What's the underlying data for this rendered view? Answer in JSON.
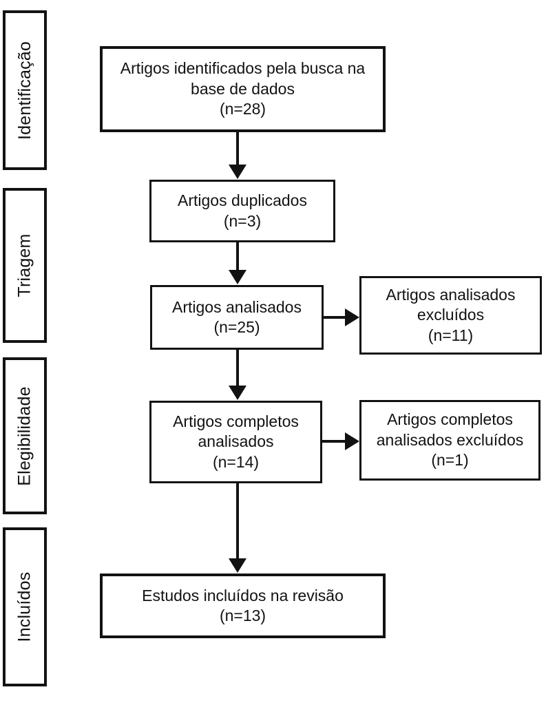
{
  "diagram": {
    "background_color": "#ffffff",
    "line_color": "#121212",
    "stages": [
      {
        "label": "Identificação"
      },
      {
        "label": "Triagem"
      },
      {
        "label": "Elegibilidade"
      },
      {
        "label": "Incluídos"
      }
    ],
    "boxes": {
      "identified": {
        "text": "Artigos identificados pela busca na base de dados",
        "count": "(n=28)"
      },
      "duplicates": {
        "text": "Artigos duplicados",
        "count": "(n=3)"
      },
      "screened": {
        "text": "Artigos analisados",
        "count": "(n=25)"
      },
      "screened_excluded": {
        "text": "Artigos analisados excluídos",
        "count": "(n=11)"
      },
      "fulltext": {
        "text": "Artigos completos analisados",
        "count": "(n=14)"
      },
      "fulltext_excluded": {
        "text": "Artigos completos analisados excluídos",
        "count": "(n=1)"
      },
      "included": {
        "text": "Estudos incluídos na revisão",
        "count": "(n=13)"
      }
    }
  }
}
